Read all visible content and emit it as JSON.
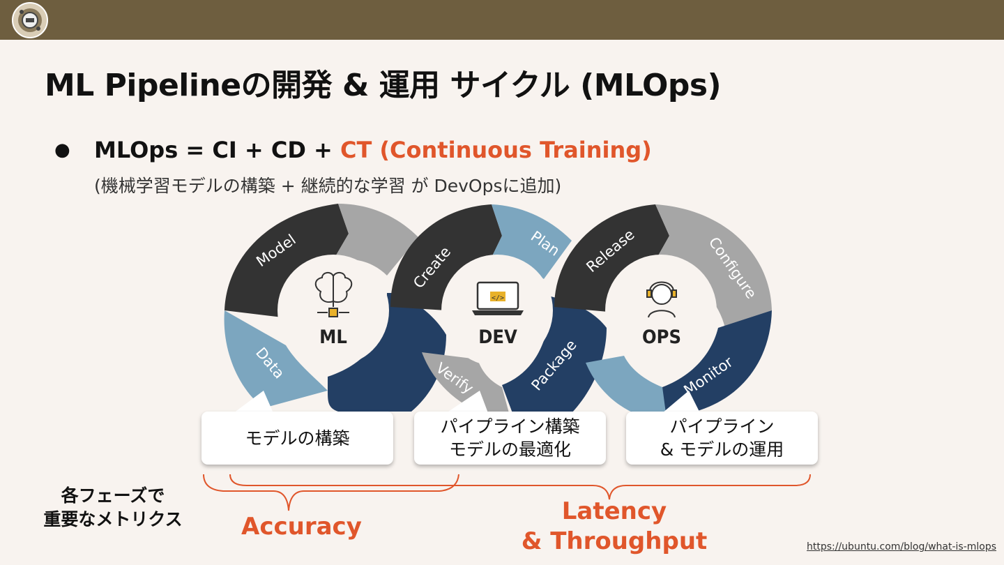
{
  "slide": {
    "title": "ML Pipelineの開発 & 運用 サイクル (MLOps)",
    "bullet": {
      "prefix": "MLOps =  CI + CD + ",
      "highlight": "CT (Continuous Training)",
      "sub": "(機械学習モデルの構築 + 継続的な学習 が DevOpsに追加)"
    },
    "source_link": "https://ubuntu.com/blog/what-is-mlops"
  },
  "diagram": {
    "hubs": [
      "ML",
      "DEV",
      "OPS"
    ],
    "segments": {
      "model": "Model",
      "data": "Data",
      "create": "Create",
      "verify": "Verify",
      "plan": "Plan",
      "package": "Package",
      "release": "Release",
      "configure": "Configure",
      "monitor": "Monitor"
    },
    "icons": [
      "brain-chip-icon",
      "laptop-code-icon",
      "support-agent-icon"
    ],
    "colors": {
      "dark": "#333333",
      "gray": "#a6a6a6",
      "lightblue": "#7ca6bf",
      "navy": "#233f64",
      "accent": "#e0562b"
    }
  },
  "callouts": [
    "モデルの構築",
    "パイプライン構築\nモデルの最適化",
    "パイプライン\n& モデルの運用"
  ],
  "metrics": {
    "label_line1": "各フェーズで",
    "label_line2": "重要なメトリクス",
    "accuracy": "Accuracy",
    "latency_line1": "Latency",
    "latency_line2": "& Throughput"
  }
}
